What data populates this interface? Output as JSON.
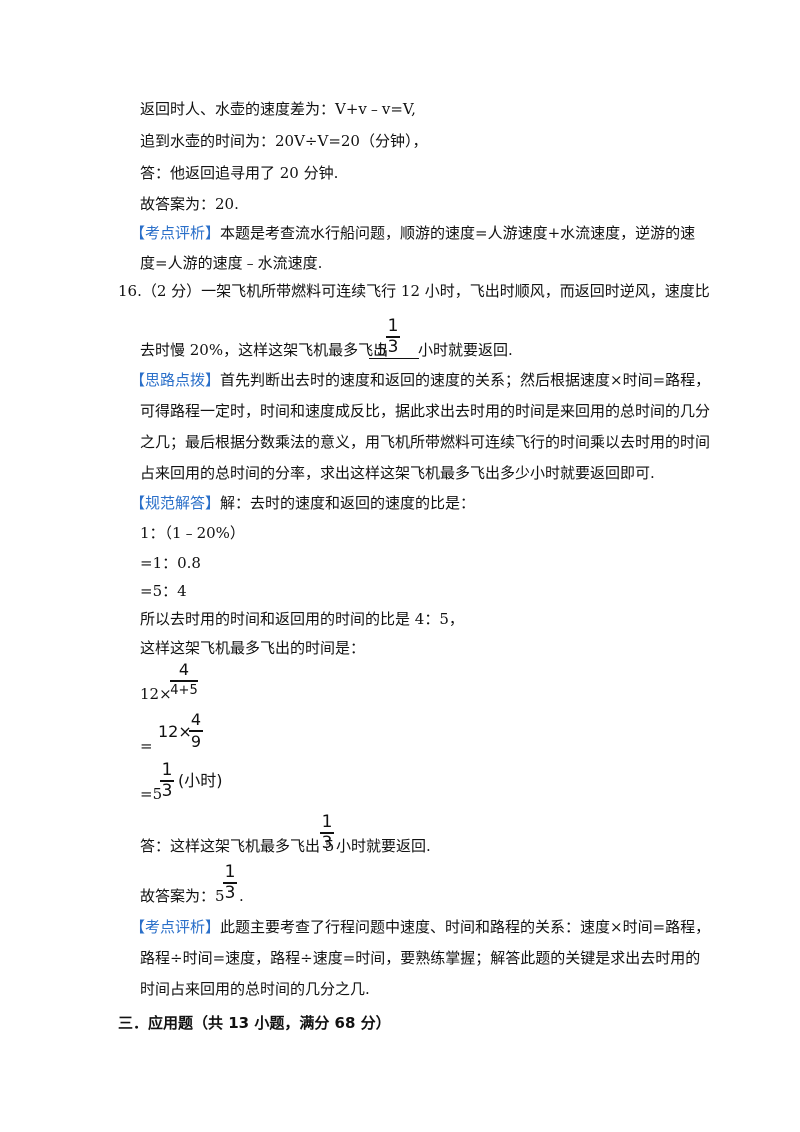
{
  "lines": {
    "l1": "返回时人、水壶的速度差为：V+v﹣v=V,",
    "l2": "追到水壶的时间为：20V÷V=20（分钟），",
    "l3": "答：他返回追寻用了 20 分钟.",
    "l4": "故答案为：20.",
    "l5_tag": "【考点评析】",
    "l5_text": "本题是考查流水行船问题，顺游的速度=人游速度+水流速度，逆游的速",
    "l6": "度=人游的速度﹣水流速度.",
    "q16": "16.（2 分）一架飞机所带燃料可连续飞行 12 小时，飞出时顺风，而返回时逆风，速度比",
    "q16b_pre": "去时慢 20%，这样这架飞机最多飞出",
    "q16b_post": "小时就要返回.",
    "hint_tag": "【思路点拨】",
    "hint1": "首先判断出去时的速度和返回的速度的关系；然后根据速度×时间=路程，",
    "hint2": "可得路程一定时，时间和速度成反比，据此求出去时用的时间是来回用的总时间的几分",
    "hint3": "之几；最后根据分数乘法的意义，用飞机所带燃料可连续飞行的时间乘以去时用的时间",
    "hint4": "占来回用的总时间的分率，求出这样这架飞机最多飞出多少小时就要返回即可.",
    "sol_tag": "【规范解答】",
    "sol1": "解：去时的速度和返回的速度的比是：",
    "s2": "1：（1﹣20%）",
    "s3": "=1：0.8",
    "s4": "=5：4",
    "s5": "所以去时用的时间和返回用的时间的比是 4：5，",
    "s6": "这样这架飞机最多飞出的时间是：",
    "calc1_pre": "12×",
    "calc1_num": "4",
    "calc1_den": "4+5",
    "calc2_eq": "=",
    "calc2_pre": "12×",
    "calc2_num": "4",
    "calc2_den": "9",
    "calc3_eq": "=5",
    "calc3_unit": "(小时)",
    "ans_pre": "答：这样这架飞机最多飞出 5",
    "ans_post": "小时就要返回.",
    "gu_pre": "故答案为：5",
    "gu_post": ".",
    "mixed_whole": "5",
    "mixed_num": "1",
    "mixed_den": "3",
    "ana_tag": "【考点评析】",
    "ana1": "此题主要考查了行程问题中速度、时间和路程的关系：速度×时间=路程，",
    "ana2": "路程÷时间=速度，路程÷速度=时间，要熟练掌握；解答此题的关键是求出去时用的",
    "ana3": "时间占来回用的总时间的几分之几.",
    "section": "三．应用题（共 13 小题，满分 68 分）"
  },
  "colors": {
    "tag": "#2a6fc9",
    "text": "#111111"
  }
}
